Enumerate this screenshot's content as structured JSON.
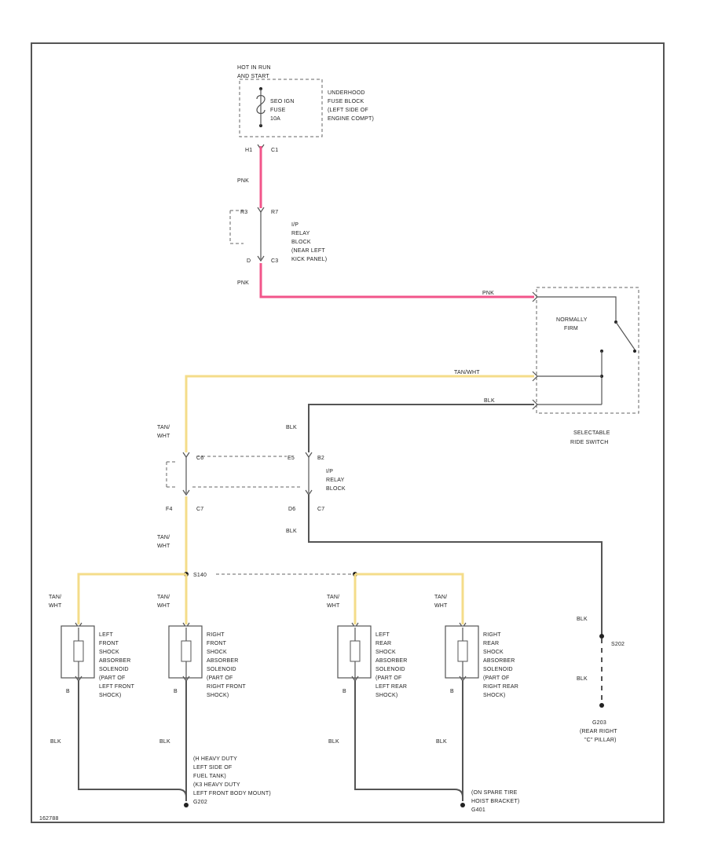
{
  "labels": {
    "hot_in_run": "HOT IN RUN",
    "and_start": "AND START",
    "fuse_name": "SEO IGN",
    "fuse_word": "FUSE",
    "fuse_amp": "10A",
    "underhood": [
      "UNDERHOOD",
      "FUSE BLOCK",
      "(LEFT SIDE OF",
      "ENGINE COMPT)"
    ],
    "pin_h1": "H1",
    "pin_c1_top": "C1",
    "pnk_1": "PNK",
    "pin_r3": "R3",
    "pin_r7": "R7",
    "ip_relay_1": [
      "I/P",
      "RELAY",
      "BLOCK",
      "(NEAR LEFT",
      "KICK PANEL)"
    ],
    "pin_d": "D",
    "pin_c3": "C3",
    "pnk_2": "PNK",
    "pnk_3": "PNK",
    "switch_box": [
      "NORMALLY",
      "FIRM"
    ],
    "tan_wht_long": "TAN/WHT",
    "blk_switch": "BLK",
    "switch_name": [
      "SELECTABLE",
      "RIDE SWITCH"
    ],
    "tan_wht_1": [
      "TAN/",
      "WHT"
    ],
    "blk_1": "BLK",
    "pin_c6": "C6",
    "pin_e5": "E5",
    "pin_b2": "B2",
    "ip_relay_2": [
      "I/P",
      "RELAY",
      "BLOCK"
    ],
    "pin_f4": "F4",
    "pin_c7a": "C7",
    "pin_d6": "D6",
    "pin_c7b": "C7",
    "blk_2": "BLK",
    "tan_wht_2": [
      "TAN/",
      "WHT"
    ],
    "splice_s140": "S140",
    "tan_wht_3": [
      "TAN/",
      "WHT"
    ],
    "tan_wht_4": [
      "TAN/",
      "WHT"
    ],
    "tan_wht_5": [
      "TAN/",
      "WHT"
    ],
    "tan_wht_6": [
      "TAN/",
      "WHT"
    ],
    "solenoids": [
      [
        "LEFT",
        "FRONT",
        "SHOCK",
        "ABSORBER",
        "SOLENOID",
        "(PART OF",
        "LEFT FRONT",
        "SHOCK)"
      ],
      [
        "RIGHT",
        "FRONT",
        "SHOCK",
        "ABSORBER",
        "SOLENOID",
        "(PART OF",
        "RIGHT FRONT",
        "SHOCK)"
      ],
      [
        "LEFT",
        "REAR",
        "SHOCK",
        "ABSORBER",
        "SOLENOID",
        "(PART OF",
        "LEFT REAR",
        "SHOCK)"
      ],
      [
        "RIGHT",
        "REAR",
        "SHOCK",
        "ABSORBER",
        "SOLENOID",
        "(PART OF",
        "RIGHT REAR",
        "SHOCK)"
      ]
    ],
    "pin_b_labels": [
      "B",
      "B",
      "B",
      "B"
    ],
    "blk_g1": "BLK",
    "blk_g2": "BLK",
    "blk_g3": "BLK",
    "blk_g4": "BLK",
    "ground_front": [
      "(H HEAVY DUTY",
      "LEFT SIDE OF",
      "FUEL TANK)",
      "(K3 HEAVY DUTY",
      "LEFT FRONT BODY MOUNT)",
      "G202"
    ],
    "ground_rear": [
      "(ON SPARE TIRE",
      "HOIST BRACKET)",
      "G401"
    ],
    "blk_r1": "BLK",
    "splice_s202": "S202",
    "blk_r2": "BLK",
    "ground_pillar": [
      "G203",
      "(REAR RIGHT",
      "\"C\" PILLAR)"
    ],
    "diagram_id": "162788"
  },
  "colors": {
    "pink_wire": "#f2558a",
    "tan_wire": "#f4dc8a",
    "black_wire": "#555555"
  }
}
